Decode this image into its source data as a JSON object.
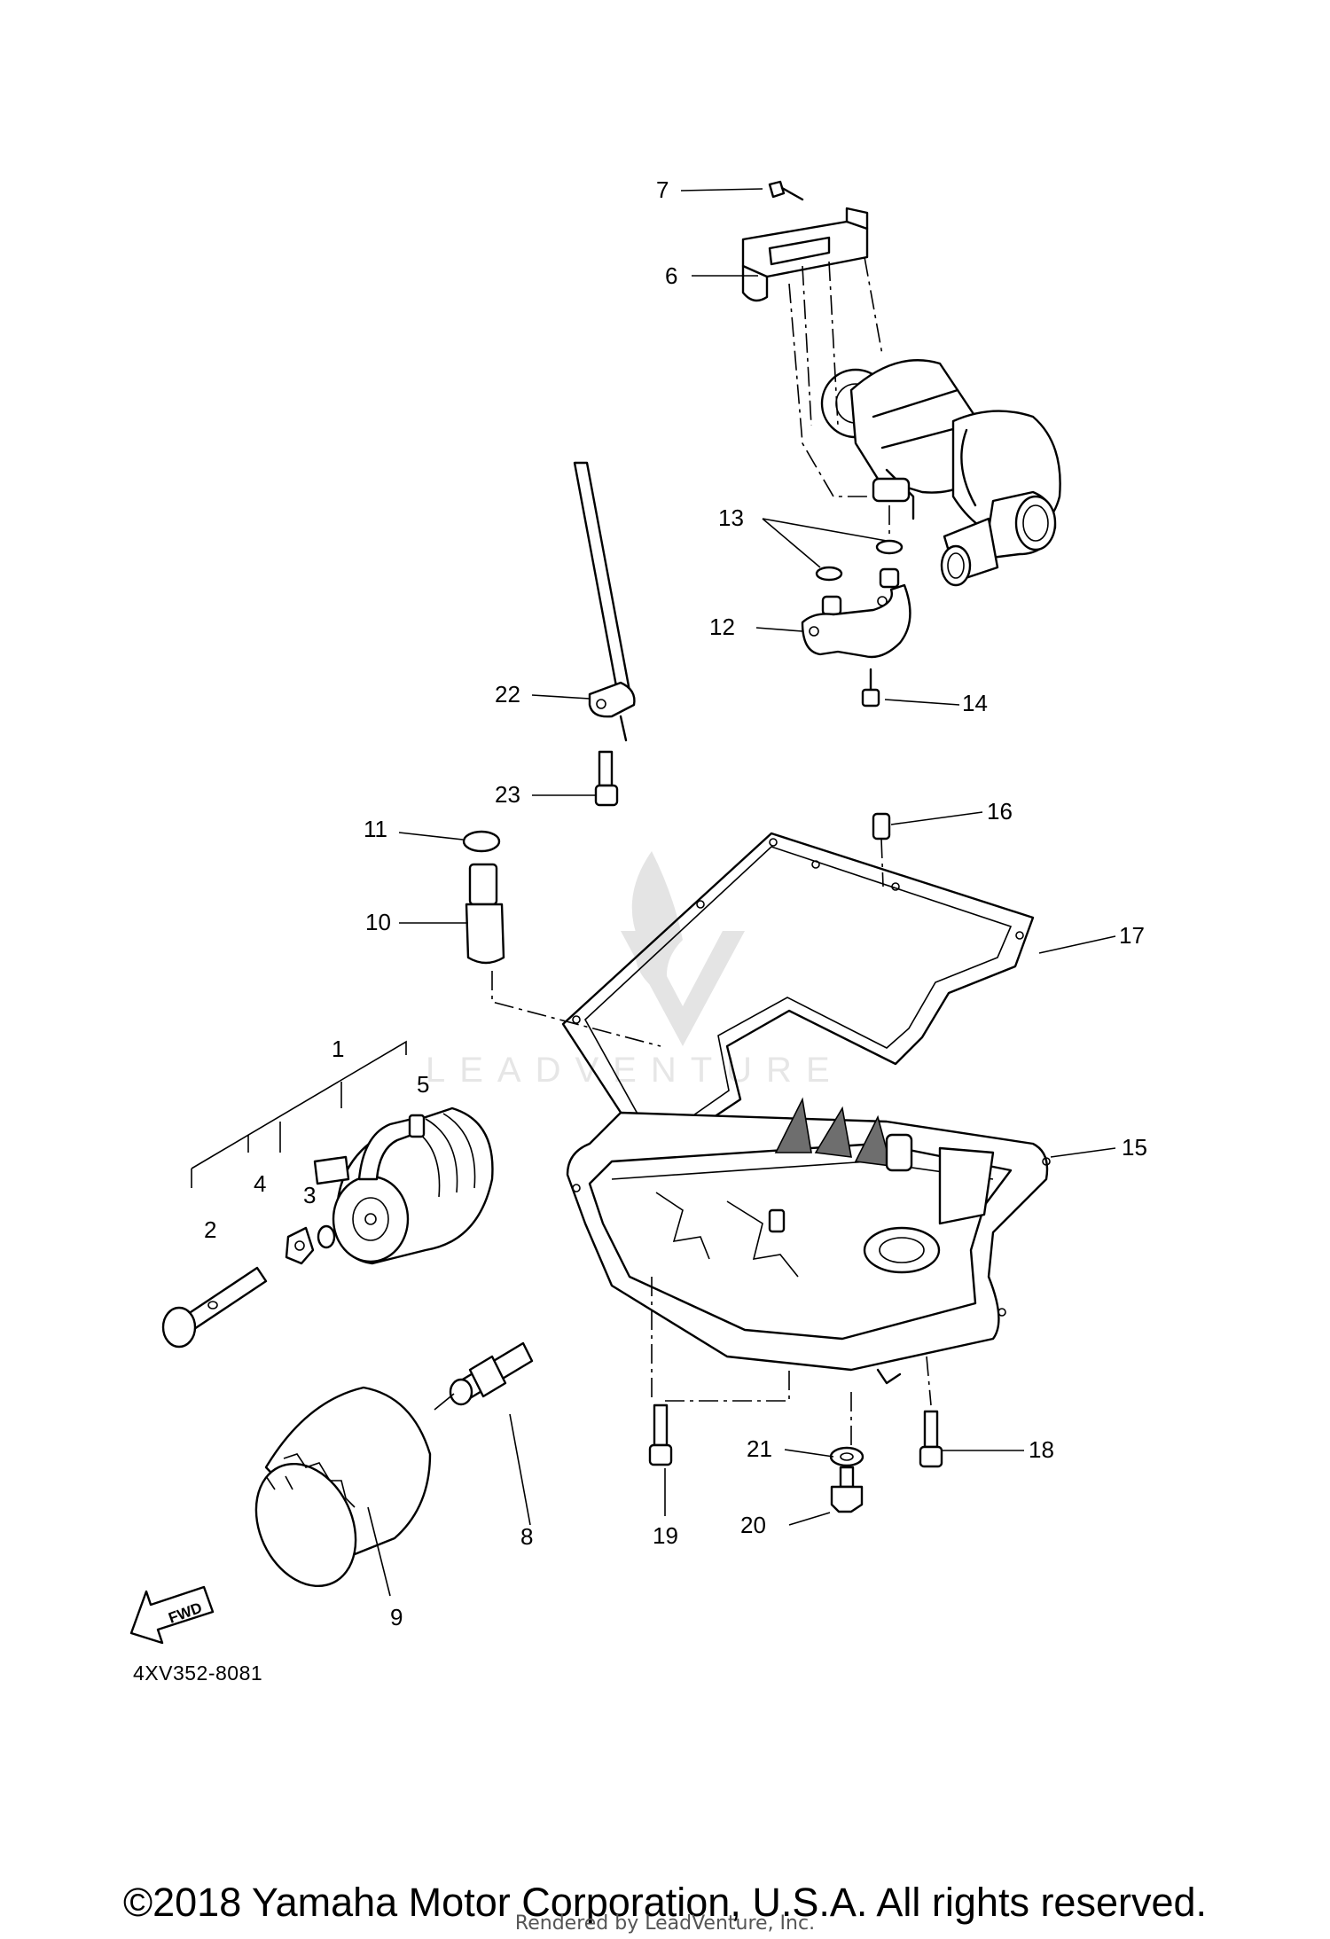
{
  "diagram": {
    "callouts": [
      "1",
      "2",
      "3",
      "4",
      "5",
      "6",
      "7",
      "8",
      "9",
      "10",
      "11",
      "12",
      "13",
      "14",
      "15",
      "16",
      "17",
      "18",
      "19",
      "20",
      "21",
      "22",
      "23"
    ],
    "direction_badge": "FWD",
    "diagram_code": "4XV352-8081",
    "watermark": "LEADVENTURE"
  },
  "footer": {
    "copyright": "©2018 Yamaha Motor Corporation, U.S.A. All rights reserved.",
    "rendered_by": "Rendered by LeadVenture, Inc."
  }
}
